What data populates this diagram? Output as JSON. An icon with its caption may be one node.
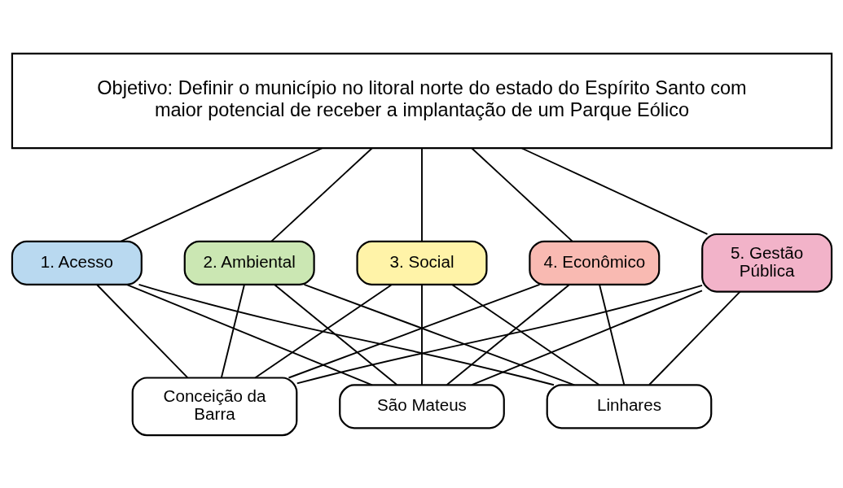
{
  "diagram": {
    "nodes": [
      {
        "text": [
          "Objetivo: Definir o município no litoral norte do estado do Espírito Santo com maior potencial de receber a implantação de um Parque Eólico"
        ]
      },
      {
        "text": [
          "1. Acesso"
        ]
      },
      {
        "text": [
          "2. Ambiental"
        ]
      },
      {
        "text": [
          "3. Social"
        ]
      },
      {
        "text": [
          "4. Econômico"
        ]
      },
      {
        "text": [
          "5. Gestão Pública"
        ]
      },
      {
        "text": [
          "Conceição da Barra"
        ]
      },
      {
        "text": [
          "São Mateus"
        ]
      },
      {
        "text": [
          "Linhares"
        ]
      }
    ],
    "edges": [
      {
        "from": 0,
        "to": 1,
        "arrow": "none"
      },
      {
        "from": 0,
        "to": 2,
        "arrow": "none"
      },
      {
        "from": 0,
        "to": 3,
        "arrow": "none"
      },
      {
        "from": 0,
        "to": 4,
        "arrow": "none"
      },
      {
        "from": 0,
        "to": 5,
        "arrow": "none"
      },
      {
        "from": 1,
        "to": 6,
        "arrow": "none"
      },
      {
        "from": 1,
        "to": 7,
        "arrow": "none"
      },
      {
        "from": 1,
        "to": 8,
        "arrow": "none"
      },
      {
        "from": 2,
        "to": 6,
        "arrow": "none"
      },
      {
        "from": 2,
        "to": 7,
        "arrow": "none"
      },
      {
        "from": 2,
        "to": 8,
        "arrow": "none"
      },
      {
        "from": 3,
        "to": 6,
        "arrow": "none"
      },
      {
        "from": 3,
        "to": 7,
        "arrow": "none"
      },
      {
        "from": 3,
        "to": 8,
        "arrow": "none"
      },
      {
        "from": 4,
        "to": 6,
        "arrow": "none"
      },
      {
        "from": 4,
        "to": 7,
        "arrow": "none"
      },
      {
        "from": 4,
        "to": 8,
        "arrow": "none"
      },
      {
        "from": 5,
        "to": 6,
        "arrow": "none"
      },
      {
        "from": 5,
        "to": 7,
        "arrow": "none"
      },
      {
        "from": 5,
        "to": 8,
        "arrow": "none"
      }
    ]
  }
}
